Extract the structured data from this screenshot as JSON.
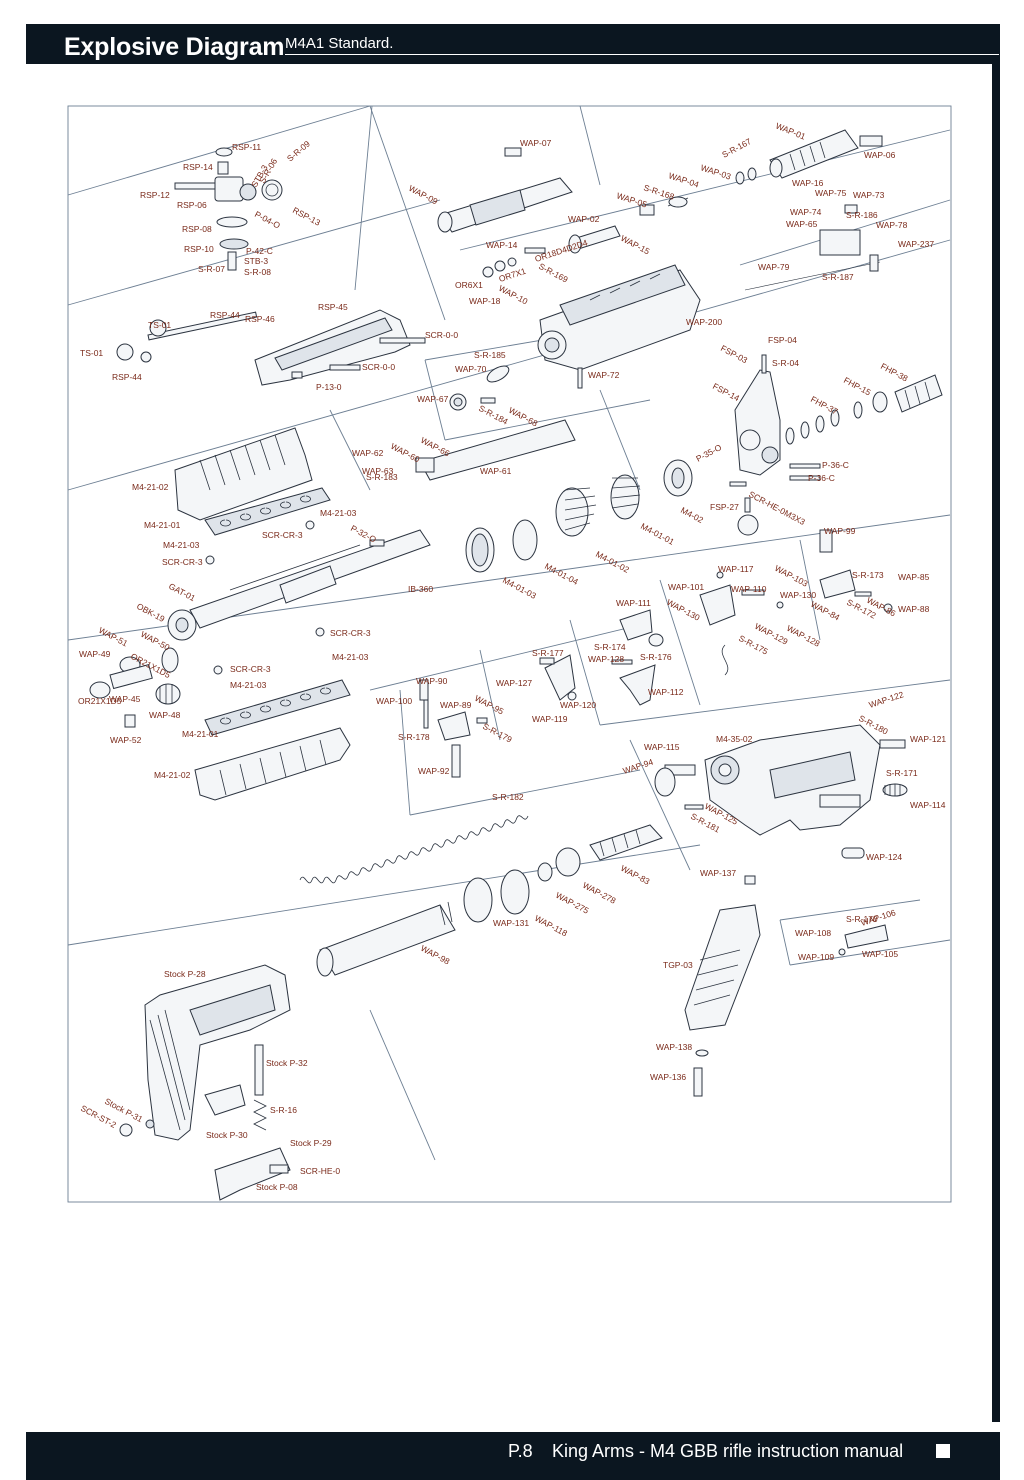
{
  "header": {
    "title": "Explosive Diagram",
    "subtitle": "M4A1 Standard."
  },
  "footer": {
    "page": "P.8",
    "text": "King Arms - M4 GBB rifle instruction manual"
  },
  "labels": [
    "RSP-11",
    "RSP-14",
    "RSP-12",
    "RSP-06",
    "RSP-08",
    "RSP-10",
    "S-R-07",
    "RSP-13",
    "P-04-O",
    "P-42-C",
    "STB-3",
    "S-R-08",
    "STB-3",
    "S-R-06",
    "S-R-09",
    "WAP-07",
    "WAP-09",
    "WAP-01",
    "WAP-06",
    "S-R-167",
    "WAP-03",
    "WAP-16",
    "WAP-04",
    "S-R-168",
    "WAP-05",
    "WAP-02",
    "WAP-15",
    "WAP-14",
    "OR18D4D2D4",
    "S-R-169",
    "OR7X1",
    "OR6X1",
    "WAP-10",
    "WAP-18",
    "WAP-75",
    "WAP-73",
    "WAP-74",
    "WAP-65",
    "S-R-186",
    "WAP-78",
    "WAP-237",
    "WAP-79",
    "S-R-187",
    "TS-01",
    "RSP-44",
    "RSP-46",
    "RSP-45",
    "SCR-0-0",
    "TS-01",
    "RSP-44",
    "SCR-0-0",
    "P-13-0",
    "WAP-200",
    "WAP-72",
    "WAP-70",
    "S-R-185",
    "WAP-67",
    "S-R-184",
    "WAP-68",
    "FSP-04",
    "FSP-03",
    "S-R-04",
    "FSP-14",
    "FHP-38",
    "FHP-15",
    "FHP-37",
    "P-35-O",
    "P-36-C",
    "P-36-C",
    "SCR-HE-0M3X3",
    "FSP-27",
    "WAP-66",
    "WAP-62",
    "WAP-60",
    "WAP-63",
    "S-R-183",
    "WAP-61",
    "M4-21-02",
    "M4-21-01",
    "M4-21-03",
    "M4-21-03",
    "SCR-CR-3",
    "SCR-CR-3",
    "P-32-O",
    "GAT-01",
    "OBK-19",
    "IB-360",
    "M4-01-03",
    "M4-01-04",
    "M4-01-02",
    "M4-01-01",
    "M4-02",
    "WAP-51",
    "WAP-50",
    "WAP-49",
    "OR21X1D5",
    "WAP-45",
    "WAP-48",
    "OR21X1D5",
    "WAP-52",
    "SCR-CR-3",
    "M4-21-03",
    "SCR-CR-3",
    "M4-21-03",
    "M4-21-01",
    "M4-21-02",
    "WAP-99",
    "WAP-117",
    "WAP-103",
    "S-R-173",
    "WAP-85",
    "WAP-101",
    "WAP-110",
    "WAP-130",
    "WAP-130",
    "WAP-84",
    "S-R-172",
    "WAP-86",
    "WAP-88",
    "WAP-129",
    "WAP-128",
    "WAP-111",
    "S-R-175",
    "S-R-177",
    "S-R-174",
    "WAP-128",
    "S-R-176",
    "WAP-127",
    "WAP-112",
    "WAP-119",
    "WAP-120",
    "WAP-90",
    "WAP-100",
    "WAP-89",
    "WAP-95",
    "S-R-178",
    "S-R-179",
    "WAP-92",
    "WAP-122",
    "S-R-180",
    "WAP-121",
    "WAP-115",
    "M4-35-02",
    "WAP-94",
    "S-R-171",
    "WAP-114",
    "WAP-125",
    "S-R-181",
    "WAP-124",
    "S-R-182",
    "WAP-83",
    "WAP-278",
    "WAP-275",
    "WAP-118",
    "WAP-131",
    "WAP-98",
    "WAP-137",
    "TGP-03",
    "WAP-138",
    "WAP-136",
    "WAP-108",
    "S-R-170",
    "WAP-106",
    "WAP-109",
    "WAP-105",
    "Stock P-28",
    "Stock P-32",
    "S-R-16",
    "Stock P-31",
    "SCR-ST-2",
    "Stock P-30",
    "Stock P-29",
    "SCR-HE-0",
    "Stock P-08"
  ]
}
